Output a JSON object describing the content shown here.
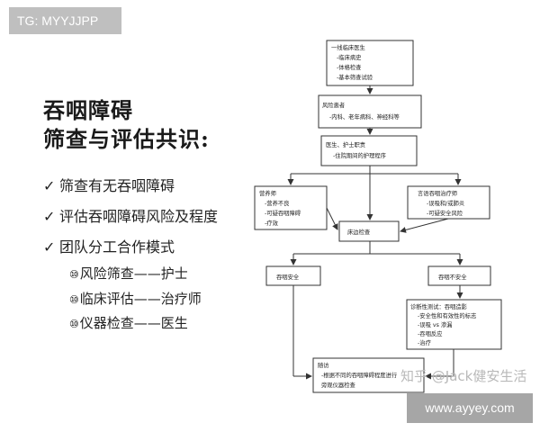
{
  "tag": "TG: MYYJJPP",
  "title_line1": "吞咽障碍",
  "title_line2": "筛查与评估共识:",
  "bullets": [
    "筛查有无吞咽障碍",
    "评估吞咽障碍风险及程度",
    "团队分工合作模式"
  ],
  "check_mark": "✓",
  "team": [
    {
      "num": "⑩",
      "text": "风险筛查——护士"
    },
    {
      "num": "⑩",
      "text": "临床评估——治疗师"
    },
    {
      "num": "⑩",
      "text": "仪器检查——医生"
    }
  ],
  "flow": {
    "box1": [
      "一线临床医生",
      "-临床病史",
      "-体格检查",
      "-基本筛查试验"
    ],
    "box2": [
      "风险患者",
      "-内科、老年病科、神经科等"
    ],
    "box3": [
      "医生、护士职责",
      "-住院期间的护理程序"
    ],
    "box4": [
      "营养师",
      "-营养不良",
      "-可疑吞咽障碍",
      "-疗效"
    ],
    "box5": [
      "言语吞咽治疗师",
      "-误吸和/或肺炎",
      "-可疑安全风险"
    ],
    "box6": "床边检查",
    "box7": "吞咽安全",
    "box8": "吞咽不安全",
    "box9": [
      "诊断性测试：吞咽造影",
      "-安全性和有效性的标志",
      "-误吸 vs 渗漏",
      "-吞咽反应",
      "-治疗"
    ],
    "box10": [
      "随访",
      "-根据不同的吞咽障碍程度进行",
      "旁观仪器检查"
    ]
  },
  "watermark_text": "知乎 @Jack健安生活",
  "watermark": "www.ayyey.com"
}
